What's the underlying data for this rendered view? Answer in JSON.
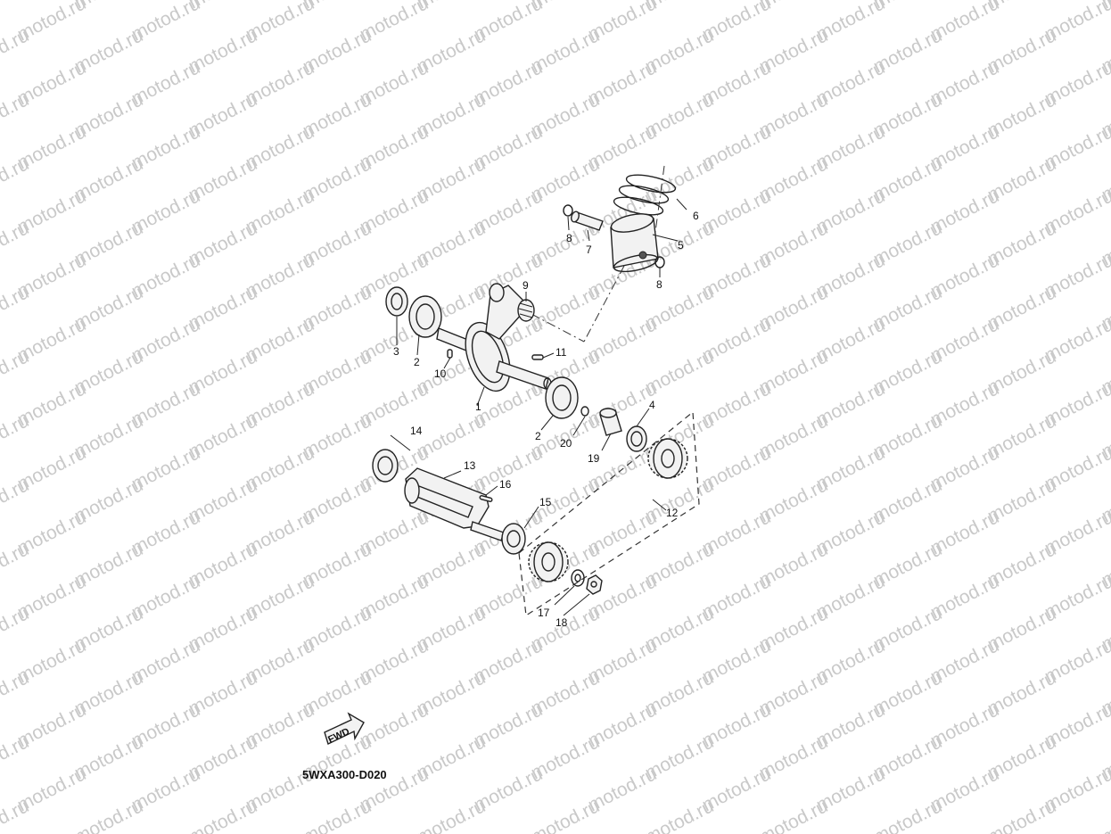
{
  "watermark": {
    "text": "motod.ru",
    "color": "#c9c9c9"
  },
  "diagram": {
    "code": "5WXA300-D020",
    "direction_label": "FWD"
  },
  "callouts": [
    {
      "id": "1",
      "part": "crankshaft"
    },
    {
      "id": "2",
      "part": "bearing-left"
    },
    {
      "id": "2",
      "part": "bearing-right"
    },
    {
      "id": "3",
      "part": "oil-seal"
    },
    {
      "id": "4",
      "part": "oil-seal-right"
    },
    {
      "id": "5",
      "part": "piston"
    },
    {
      "id": "6",
      "part": "piston-ring-set"
    },
    {
      "id": "7",
      "part": "piston-pin"
    },
    {
      "id": "8",
      "part": "piston-pin-clip-left"
    },
    {
      "id": "8",
      "part": "piston-pin-clip-right"
    },
    {
      "id": "9",
      "part": "needle-bearing"
    },
    {
      "id": "10",
      "part": "key-left"
    },
    {
      "id": "11",
      "part": "key-right"
    },
    {
      "id": "12",
      "part": "gear-set"
    },
    {
      "id": "13",
      "part": "balancer-shaft"
    },
    {
      "id": "14",
      "part": "balancer-oil-seal"
    },
    {
      "id": "15",
      "part": "balancer-bearing"
    },
    {
      "id": "16",
      "part": "balancer-key"
    },
    {
      "id": "17",
      "part": "washer"
    },
    {
      "id": "18",
      "part": "nut"
    },
    {
      "id": "19",
      "part": "spacer"
    },
    {
      "id": "20",
      "part": "o-ring"
    }
  ]
}
